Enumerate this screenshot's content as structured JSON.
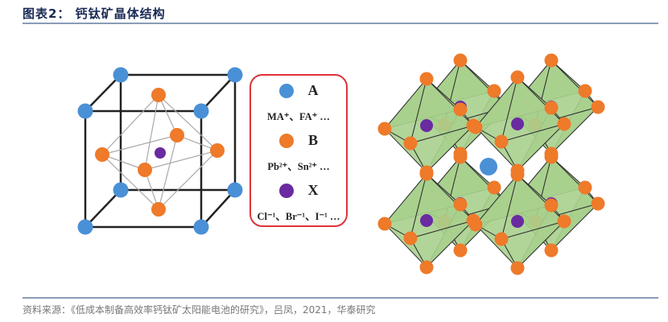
{
  "figure": {
    "title": "图表2： 钙钛矿晶体结构",
    "source": "资料来源：《低成本制备高效率钙钛矿太阳能电池的研究》，吕凤，2021，华泰研究"
  },
  "legend": {
    "items": [
      {
        "symbol": "A",
        "ions": "MA⁺、FA⁺ …",
        "color": "#4a90d6"
      },
      {
        "symbol": "B",
        "ions": "Pb²⁺、Sn²⁺ …",
        "color": "#ee7a2a"
      },
      {
        "symbol": "X",
        "ions": "Cl⁻¹、Br⁻¹、I⁻¹ …",
        "color": "#6a2aa0"
      }
    ]
  },
  "colors": {
    "octahedron_fill": "#a8d08d",
    "edge": "#333333",
    "frame": "#e0323a"
  }
}
